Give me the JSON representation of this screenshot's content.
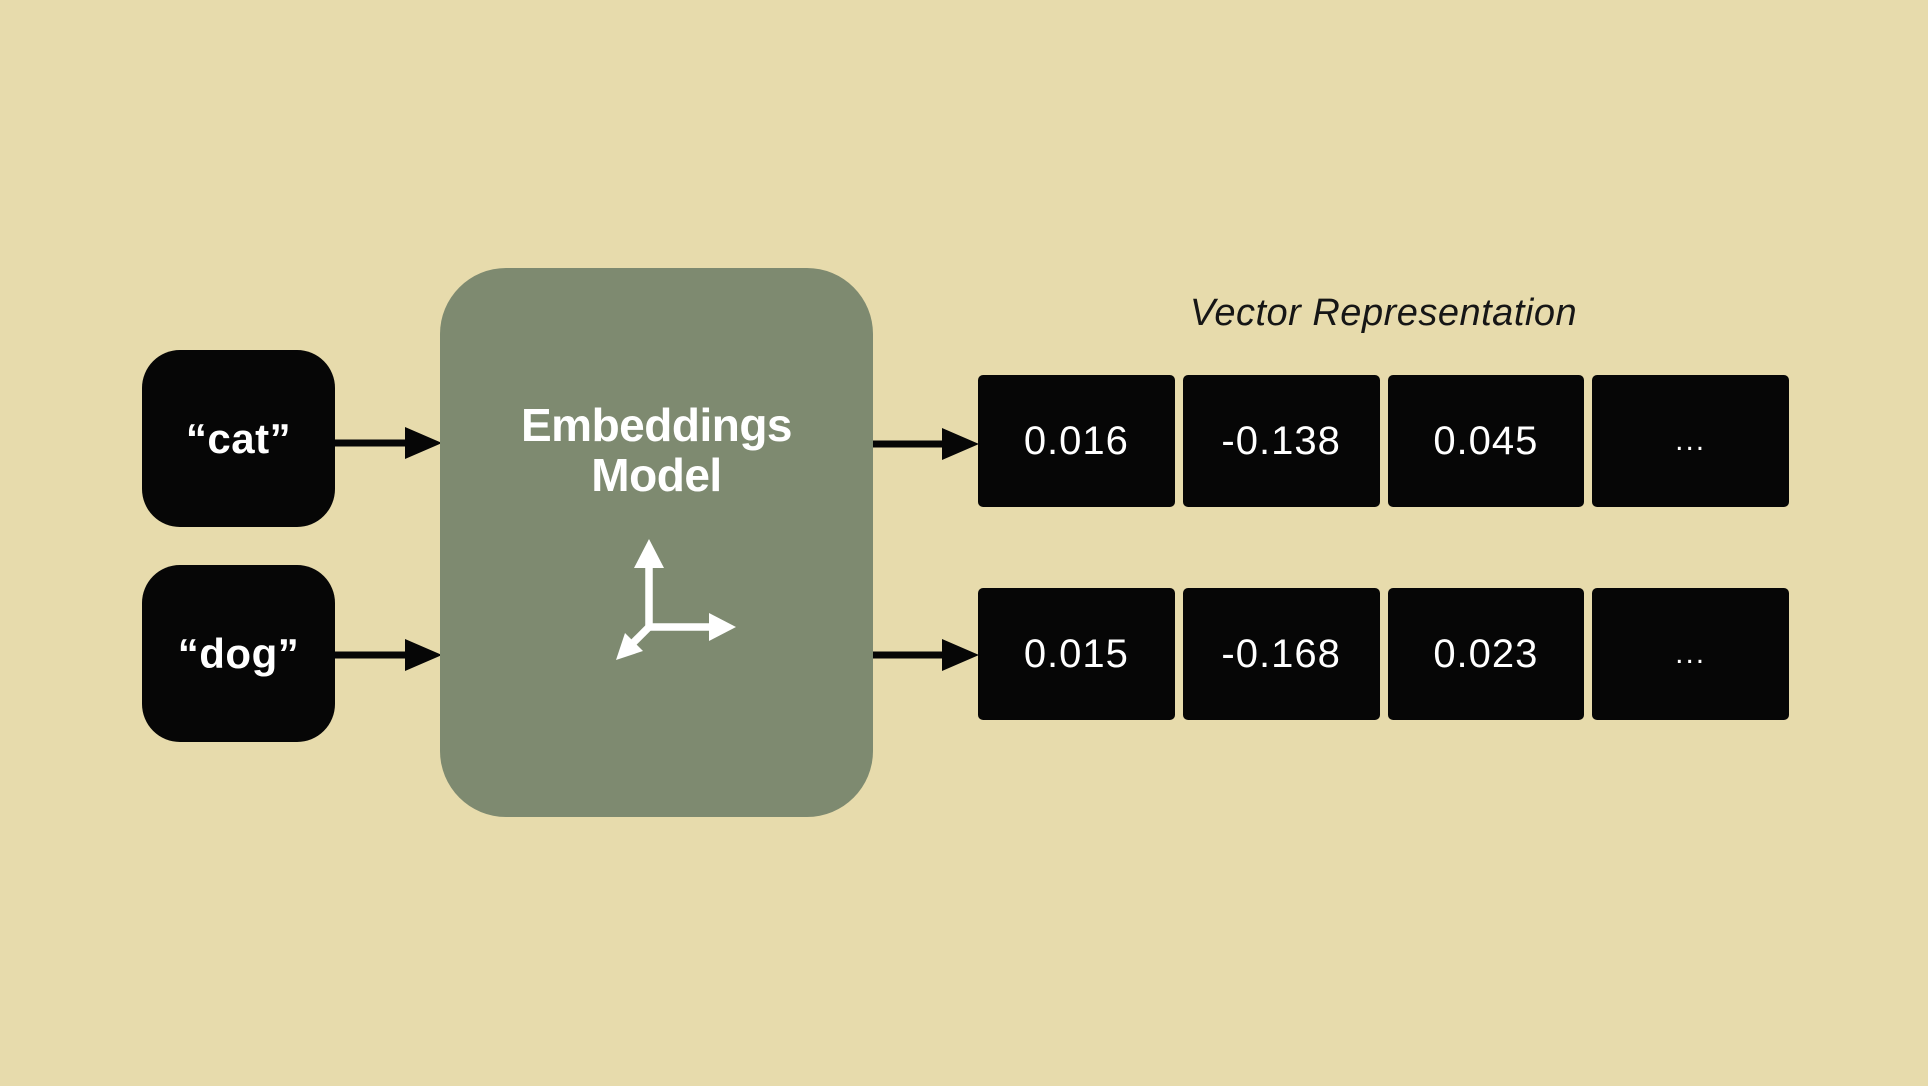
{
  "inputs": [
    {
      "label": "“cat”"
    },
    {
      "label": "“dog”"
    }
  ],
  "model": {
    "label_line1": "Embeddings",
    "label_line2": "Model",
    "icon": "3d-axes-icon"
  },
  "output": {
    "title": "Vector Representation",
    "rows": [
      {
        "cells": [
          "0.016",
          "-0.138",
          "0.045",
          "..."
        ]
      },
      {
        "cells": [
          "0.015",
          "-0.168",
          "0.023",
          "..."
        ]
      }
    ]
  },
  "connectors": [
    "cat-to-model-arrow",
    "dog-to-model-arrow",
    "model-to-vector-row-1-arrow",
    "model-to-vector-row-2-arrow"
  ],
  "colors": {
    "background": "#e7dbac",
    "model_fill": "#7e8a70",
    "node_fill": "#060606",
    "text_on_dark": "#ffffff",
    "text_dark": "#161616"
  }
}
